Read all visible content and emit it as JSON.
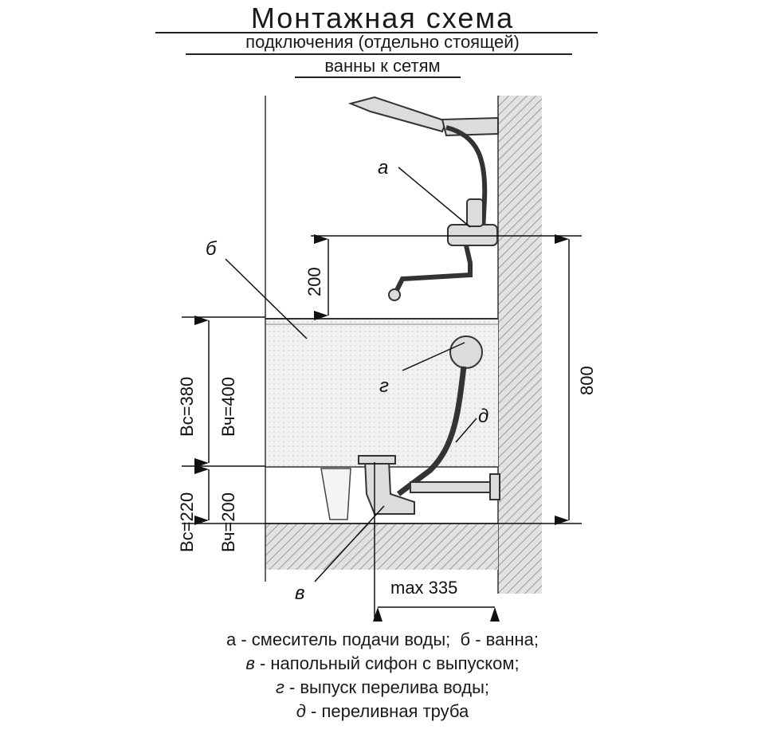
{
  "title": {
    "line1": "Монтажная схема",
    "line2": "подключения (отдельно стоящей)",
    "line3": "ванны к сетям"
  },
  "labels": {
    "a": "а",
    "b": "б",
    "v": "в",
    "g": "г",
    "d": "д"
  },
  "dimensions": {
    "d200_top": "200",
    "d800": "800",
    "vc380": "Вс=380",
    "vch400": "Вч=400",
    "vc220": "Вс=220",
    "vch200": "Вч=200",
    "max335": "max 335"
  },
  "legend": {
    "row1_a_key": "а",
    "row1_a_text": " - смеситель подачи воды;  ",
    "row1_b_key": "б",
    "row1_b_text": " - ванна;",
    "row2_key": "в",
    "row2_text": " - напольный сифон с выпуском;",
    "row3_key": "г",
    "row3_text": " - выпуск перелива воды;",
    "row4_key": "д",
    "row4_text": " - переливная труба"
  }
}
